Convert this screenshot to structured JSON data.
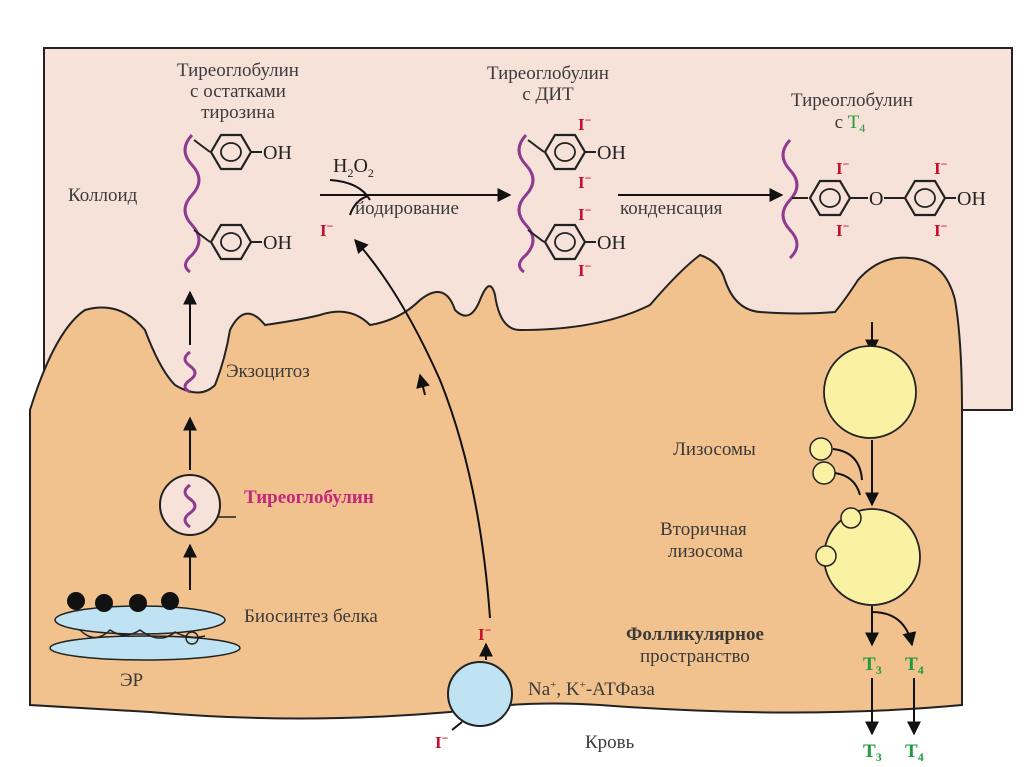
{
  "labels": {
    "tg_tyrosine": [
      "Тиреоглобулин",
      "с остатками",
      "тирозина"
    ],
    "tg_dit": [
      "Тиреоглобулин",
      "с ДИТ"
    ],
    "tg_t4_prefix": [
      "Тиреоглобулин",
      "с "
    ],
    "t4": "T",
    "t3": "T",
    "t4_sub": "4",
    "t3_sub": "3",
    "colloid": "Коллоид",
    "h2o2_base": "H",
    "h2o2_mid": "O",
    "sub2": "2",
    "iodination": "йодирование",
    "condensation": "конденсация",
    "exocytosis": "Экзоцитоз",
    "thyroglobulin": "Тиреоглобулин",
    "protein_synthesis": "Биосинтез белка",
    "er": "ЭР",
    "lysosomes": "Лизосомы",
    "secondary_lysosome": [
      "Вторичная",
      "лизосома"
    ],
    "follicular_space": [
      "Фолликулярное",
      "пространство"
    ],
    "pump_na": "Na",
    "pump_k": ", K",
    "plus": "+",
    "pump_atpase": "-АТФаза",
    "blood": "Кровь",
    "iodide": "I",
    "minus": "−",
    "oh": "OH",
    "oxygen": "O"
  },
  "colors": {
    "colloid_fill": "#f7e2da",
    "cell_fill": "#f2c28e",
    "outline": "#222222",
    "iodine_red": "#c8102e",
    "hormone_green": "#1f9a3c",
    "chain_purple": "#8e3a8f",
    "thyroglobulin_label": "#c0287a",
    "lysosome_yellow": "#fbf1a2",
    "pump_blue": "#bfe3f2"
  }
}
